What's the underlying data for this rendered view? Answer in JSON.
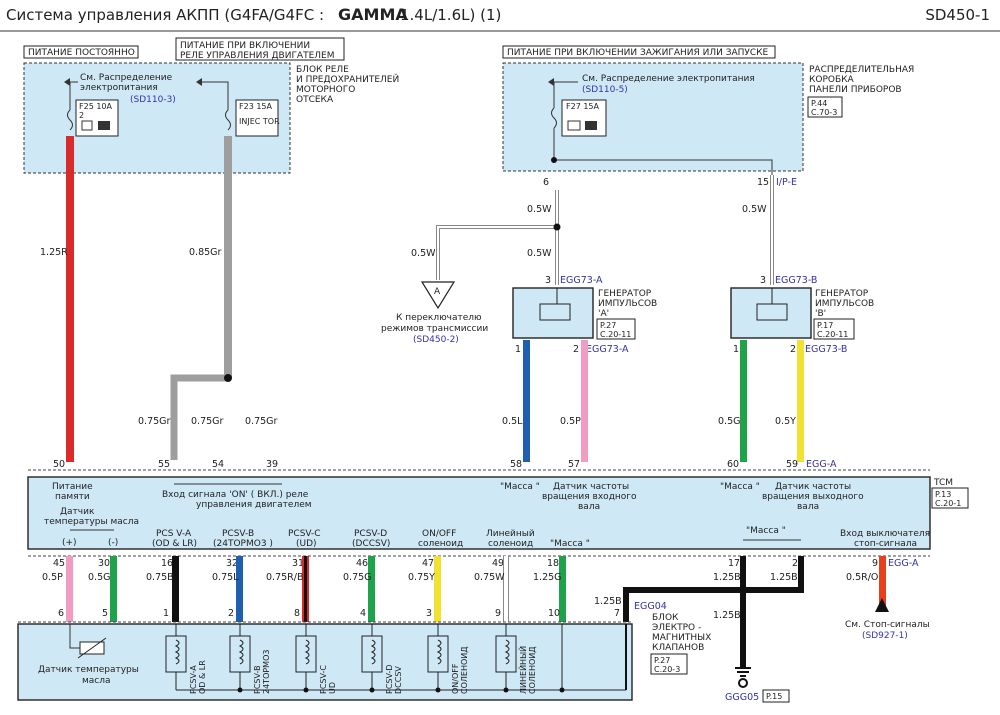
{
  "header": {
    "title": "Система управления АКПП (G4FA/G4FC :",
    "gamma": "GAMMA",
    "title_suffix": "1.4L/1.6L) (1)",
    "code": "SD450-1"
  },
  "supply_labels": {
    "always": "ПИТАНИЕ ПОСТОЯННО",
    "relay_line1": "ПИТАНИЕ ПРИ ВКЛЮЧЕНИИ",
    "relay_line2": "РЕЛЕ УПРАВЛЕНИЯ ДВИГАТЕЛЕМ",
    "ign_start": "ПИТАНИЕ ПРИ ВКЛЮЧЕНИИ ЗАЖИГАНИЯ ИЛИ ЗАПУСКЕ"
  },
  "engine_box": {
    "ref_line1": "См. Распределение",
    "ref_line2": "электропитания",
    "ref_code": "(SD110-3)",
    "label_line1": "БЛОК РЕЛЕ",
    "label_line2": "И ПРЕДОХРАНИТЕЛЕЙ",
    "label_line3": "МОТОРНОГО",
    "label_line4": "ОТСЕКА",
    "fuse1": "F25 10A",
    "fuse1_pin": "2",
    "fuse2": "F23 15A",
    "fuse2_name": "INJEC TOR"
  },
  "panel_box": {
    "ref_line1": "См. Распределение электропитания",
    "ref_code": "(SD110-5)",
    "label_line1": "РАСПРЕДЕЛИТЕЛЬНАЯ",
    "label_line2": "КОРОБКА",
    "label_line3": "ПАНЕЛИ  ПРИБОРОВ",
    "page_ref1": "P.44",
    "page_ref2": "C.70-3",
    "fuse": "F27 15A",
    "pin_left": "6",
    "pin_right": "15",
    "connector": "I/P-E"
  },
  "wires": {
    "w125r": "1.25R",
    "w085gr": "0.85Gr",
    "w075gr": "0.75Gr",
    "w05w": "0.5W",
    "w05l": "0.5L",
    "w05p": "0.5P",
    "w05g": "0.5G",
    "w05y": "0.5Y",
    "w05p_b": "0.5P",
    "w05g_b": "0.5G",
    "w075b": "0.75B",
    "w075l": "0.75L",
    "w075rb": "0.75R/B",
    "w075g": "0.75G",
    "w075y": "0.75Y",
    "w075w": "0.75W",
    "w125g": "1.25G",
    "w125b": "1.25B",
    "w05rb": "0.5R/O"
  },
  "switch_ref": {
    "letter": "A",
    "line1": "К переключателю",
    "line2": "режимов трансмиссии",
    "code": "(SD450-2)"
  },
  "gen_a": {
    "pin_top": "3",
    "conn": "EGG73-A",
    "name_line1": "ГЕНЕРАТОР",
    "name_line2": "ИМПУЛЬСОВ",
    "name_line3": "'A'",
    "ref1": "P.27",
    "ref2": "C.20-11",
    "pin1": "1",
    "pin2": "2",
    "conn2": "EGG73-A"
  },
  "gen_b": {
    "pin_top": "3",
    "conn": "EGG73-B",
    "name_line1": "ГЕНЕРАТОР",
    "name_line2": "ИМПУЛЬСОВ",
    "name_line3": "'B'",
    "ref1": "P.17",
    "ref2": "C.20-11",
    "pin1": "1",
    "pin2": "2",
    "conn2": "EGG73-B"
  },
  "tcm": {
    "name": "TCM",
    "ref1": "P.13",
    "ref2": "C.20-1",
    "top_pins": [
      "50",
      "55",
      "54",
      "39",
      "58",
      "57",
      "60",
      "59"
    ],
    "top_conn": "EGG-A",
    "mem_line1": "Питание",
    "mem_line2": "памяти",
    "on_line1": "Вход сигнала 'ON' ( ВКЛ.) реле",
    "on_line2": "управления двигателем",
    "mass_a": "\"Масса \"",
    "speed_in1": "Датчик частоты",
    "speed_in2": "вращения входного",
    "speed_in3": "вала",
    "mass_b": "\"Масса \"",
    "speed_out1": "Датчик частоты",
    "speed_out2": "вращения выходного",
    "speed_out3": "вала",
    "temp_line1": "Датчик",
    "temp_line2": "температуры масла",
    "plus": "(+)",
    "minus": "(-)",
    "pcsva1": "PCS V-A",
    "pcsva2": "(OD & LR)",
    "pcsvb1": "PCSV-B",
    "pcsvb2": "(24TOPMO3 )",
    "pcsvc1": "PCSV-C",
    "pcsvc2": "(UD)",
    "pcsvd1": "PCSV-D",
    "pcsvd2": "(DCCSV)",
    "onoff1": "ON/OFF",
    "onoff2": "соленоид",
    "lin1": "Линейный",
    "lin2": "соленоид",
    "mass_c": "\"Масса \"",
    "mass_d": "\"Масса \"",
    "stop_in": "Вход выключателя",
    "stop_in2": "стоп-сигнала",
    "bottom_pins": [
      "45",
      "30",
      "16",
      "32",
      "31",
      "46",
      "47",
      "49",
      "18",
      "17",
      "2",
      "9"
    ],
    "bottom_conn": "EGG-A"
  },
  "valve_block": {
    "pins": [
      "6",
      "5",
      "1",
      "2",
      "8",
      "4",
      "3",
      "9",
      "10",
      "7"
    ],
    "conn": "EGG04",
    "name_line1": "БЛОК",
    "name_line2": "ЭЛЕКТРО -",
    "name_line3": "МАГНИТНЫХ",
    "name_line4": "КЛАПАНОВ",
    "ref1": "P.27",
    "ref2": "C.20-3",
    "temp_label1": "Датчик температуры",
    "temp_label2": "масла",
    "coil1a": "PCSV-A",
    "coil1b": "OD & LR",
    "coil2a": "PCSV-B",
    "coil2b": "24TOPMO3",
    "coil3a": "PCSV-C",
    "coil3b": "UD",
    "coil4a": "PCSV-D",
    "coil4b": "DCCSV",
    "coil5a": "ON/OFF",
    "coil5b": "СОЛЕНОИД",
    "coil6a": "ЛИНЕЙНЫЙ",
    "coil6b": "СОЛЕНОИД"
  },
  "ground": {
    "name": "GGG05",
    "ref": "P.15"
  },
  "stop_ref": {
    "line1": "См. Стоп-сигналы",
    "code": "(SD927-1)"
  },
  "colors": {
    "red": "#d92b2b",
    "gray": "#9e9e9e",
    "blue": "#1f5fb0",
    "pink": "#f29bc3",
    "green": "#1ea34a",
    "yellow": "#f2e130",
    "black": "#111111",
    "white": "#ffffff",
    "panel": "#cfe8f5"
  }
}
